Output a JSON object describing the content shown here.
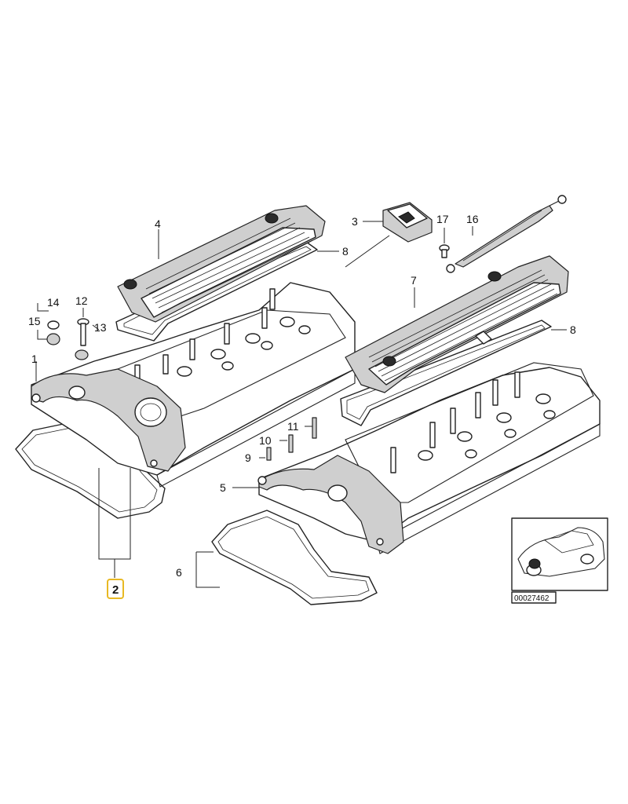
{
  "callouts": {
    "c1": "1",
    "c2": "2",
    "c3": "3",
    "c4": "4",
    "c5": "5",
    "c6": "6",
    "c7": "7",
    "c8a": "8",
    "c8b": "8",
    "c9": "9",
    "c10": "10",
    "c11": "11",
    "c12": "12",
    "c13": "13",
    "c14": "14",
    "c15": "15",
    "c16": "16",
    "c17": "17"
  },
  "highlight": {
    "color": "#e8b923"
  },
  "inset": {
    "reference": "00027462"
  }
}
